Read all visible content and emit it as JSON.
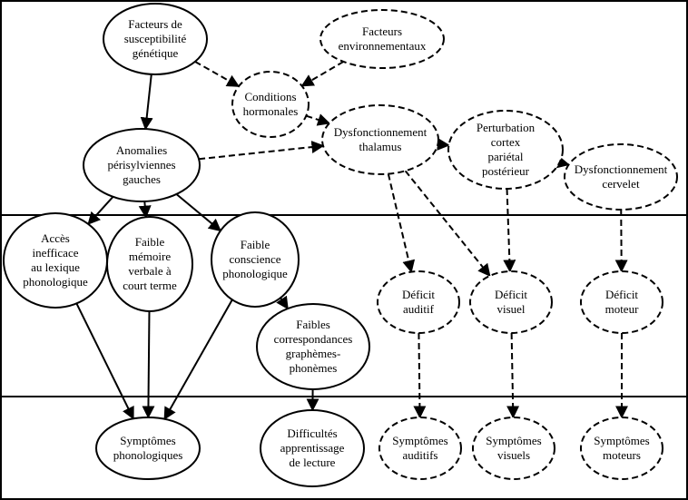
{
  "nodes": [
    {
      "id": "facteurs-genetiques",
      "lines": [
        "Facteurs de",
        "susceptibilité",
        "génétique"
      ],
      "style": "solid"
    },
    {
      "id": "facteurs-environnementaux",
      "lines": [
        "Facteurs",
        "environnementaux"
      ],
      "style": "dashed"
    },
    {
      "id": "conditions-hormonales",
      "lines": [
        "Conditions",
        "hormonales"
      ],
      "style": "dashed"
    },
    {
      "id": "anomalies-perisylviennes",
      "lines": [
        "Anomalies",
        "périsylviennes",
        "gauches"
      ],
      "style": "solid"
    },
    {
      "id": "dysfonctionnement-thalamus",
      "lines": [
        "Dysfonctionnement",
        "thalamus"
      ],
      "style": "dashed"
    },
    {
      "id": "perturbation-cortex",
      "lines": [
        "Perturbation",
        "cortex",
        "pariétal",
        "postérieur"
      ],
      "style": "dashed"
    },
    {
      "id": "dysfonctionnement-cervelet",
      "lines": [
        "Dysfonctionnement",
        "cervelet"
      ],
      "style": "dashed"
    },
    {
      "id": "acces-lexique",
      "lines": [
        "Accès",
        "inefficace",
        "au lexique",
        "phonologique"
      ],
      "style": "solid"
    },
    {
      "id": "memoire-verbale",
      "lines": [
        "Faible",
        "mémoire",
        "verbale à",
        "court terme"
      ],
      "style": "solid"
    },
    {
      "id": "conscience-phonologique",
      "lines": [
        "Faible",
        "conscience",
        "phonologique"
      ],
      "style": "solid"
    },
    {
      "id": "correspondances-graphemes",
      "lines": [
        "Faibles",
        "correspondances",
        "graphèmes-",
        "phonèmes"
      ],
      "style": "solid"
    },
    {
      "id": "deficit-auditif",
      "lines": [
        "Déficit",
        "auditif"
      ],
      "style": "dashed"
    },
    {
      "id": "deficit-visuel",
      "lines": [
        "Déficit",
        "visuel"
      ],
      "style": "dashed"
    },
    {
      "id": "deficit-moteur",
      "lines": [
        "Déficit",
        "moteur"
      ],
      "style": "dashed"
    },
    {
      "id": "symptomes-phonologiques",
      "lines": [
        "Symptômes",
        "phonologiques"
      ],
      "style": "solid"
    },
    {
      "id": "difficultes-lecture",
      "lines": [
        "Difficultés",
        "apprentissage",
        "de lecture"
      ],
      "style": "solid"
    },
    {
      "id": "symptomes-auditifs",
      "lines": [
        "Symptômes",
        "auditifs"
      ],
      "style": "dashed"
    },
    {
      "id": "symptomes-visuels",
      "lines": [
        "Symptômes",
        "visuels"
      ],
      "style": "dashed"
    },
    {
      "id": "symptomes-moteurs",
      "lines": [
        "Symptômes",
        "moteurs"
      ],
      "style": "dashed"
    }
  ],
  "edges": [
    {
      "from": "facteurs-genetiques",
      "to": "anomalies-perisylviennes",
      "style": "solid"
    },
    {
      "from": "facteurs-genetiques",
      "to": "conditions-hormonales",
      "style": "dashed"
    },
    {
      "from": "facteurs-environnementaux",
      "to": "conditions-hormonales",
      "style": "dashed"
    },
    {
      "from": "conditions-hormonales",
      "to": "dysfonctionnement-thalamus",
      "style": "dashed"
    },
    {
      "from": "anomalies-perisylviennes",
      "to": "dysfonctionnement-thalamus",
      "style": "dashed"
    },
    {
      "from": "dysfonctionnement-thalamus",
      "to": "perturbation-cortex",
      "style": "dashed"
    },
    {
      "from": "perturbation-cortex",
      "to": "dysfonctionnement-cervelet",
      "style": "dashed"
    },
    {
      "from": "anomalies-perisylviennes",
      "to": "acces-lexique",
      "style": "solid"
    },
    {
      "from": "anomalies-perisylviennes",
      "to": "memoire-verbale",
      "style": "solid"
    },
    {
      "from": "anomalies-perisylviennes",
      "to": "conscience-phonologique",
      "style": "solid"
    },
    {
      "from": "conscience-phonologique",
      "to": "correspondances-graphemes",
      "style": "solid"
    },
    {
      "from": "dysfonctionnement-thalamus",
      "to": "deficit-auditif",
      "style": "dashed"
    },
    {
      "from": "dysfonctionnement-thalamus",
      "to": "deficit-visuel",
      "style": "dashed"
    },
    {
      "from": "perturbation-cortex",
      "to": "deficit-visuel",
      "style": "dashed"
    },
    {
      "from": "dysfonctionnement-cervelet",
      "to": "deficit-moteur",
      "style": "dashed"
    },
    {
      "from": "acces-lexique",
      "to": "symptomes-phonologiques",
      "style": "solid"
    },
    {
      "from": "memoire-verbale",
      "to": "symptomes-phonologiques",
      "style": "solid"
    },
    {
      "from": "conscience-phonologique",
      "to": "symptomes-phonologiques",
      "style": "solid"
    },
    {
      "from": "correspondances-graphemes",
      "to": "difficultes-lecture",
      "style": "solid"
    },
    {
      "from": "deficit-auditif",
      "to": "symptomes-auditifs",
      "style": "dashed"
    },
    {
      "from": "deficit-visuel",
      "to": "symptomes-visuels",
      "style": "dashed"
    },
    {
      "from": "deficit-moteur",
      "to": "symptomes-moteurs",
      "style": "dashed"
    }
  ]
}
